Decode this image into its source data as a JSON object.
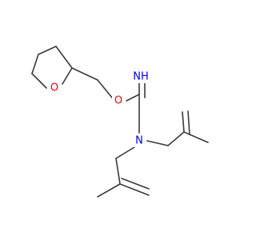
{
  "molecule": {
    "atoms": {
      "ring_oxygen": {
        "symbol": "O",
        "color": "#ff0000"
      },
      "ether_oxygen": {
        "symbol": "O",
        "color": "#ff0000"
      },
      "imine_nitrogen": {
        "symbol": "NH",
        "color": "#0000ff"
      },
      "amine_nitrogen": {
        "symbol": "N",
        "color": "#0000ff"
      }
    },
    "bond_color": "#3a3a3a"
  }
}
